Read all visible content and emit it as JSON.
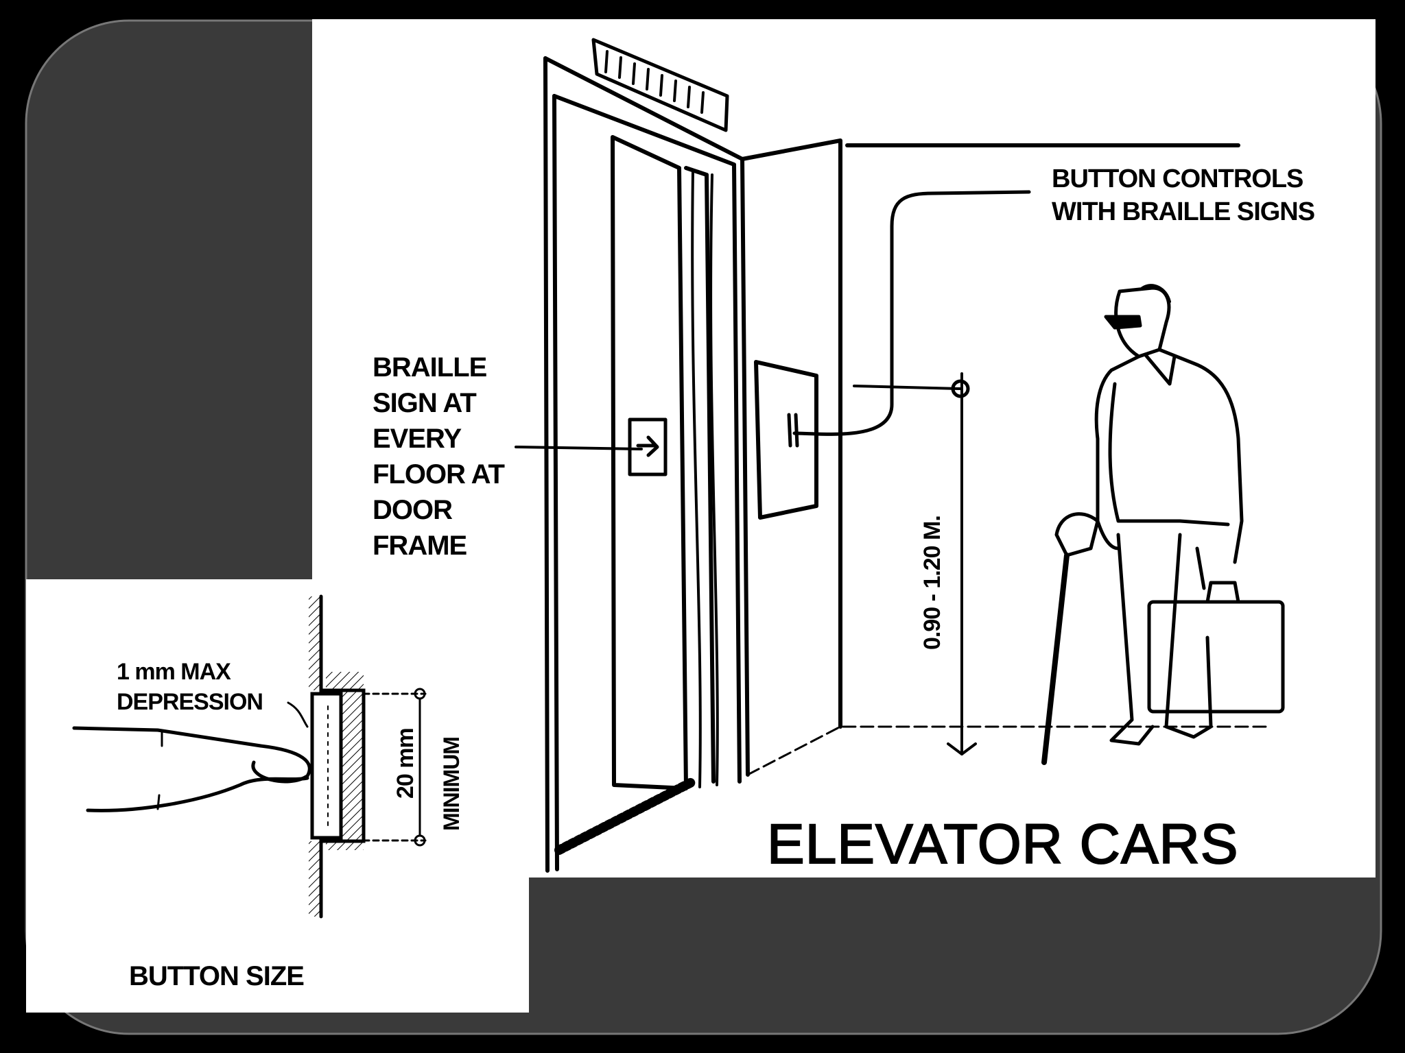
{
  "slide": {
    "title": "ELEVATOR CARS",
    "colors": {
      "background": "#000000",
      "panel": "#3a3a3a",
      "paper": "#ffffff",
      "ink": "#000000"
    }
  },
  "main_figure": {
    "button_controls_label": [
      "BUTTON CONTROLS",
      "WITH BRAILLE SIGNS"
    ],
    "braille_sign_label": [
      "BRAILLE",
      "SIGN AT",
      "EVERY",
      "FLOOR AT",
      "DOOR",
      "FRAME"
    ],
    "height_dimension": "0.90 - 1.20 M."
  },
  "inset_figure": {
    "depression_label": [
      "1 mm MAX",
      "DEPRESSION"
    ],
    "size_dimension": "20 mm",
    "minimum_label": "MINIMUM",
    "caption": "BUTTON SIZE"
  }
}
